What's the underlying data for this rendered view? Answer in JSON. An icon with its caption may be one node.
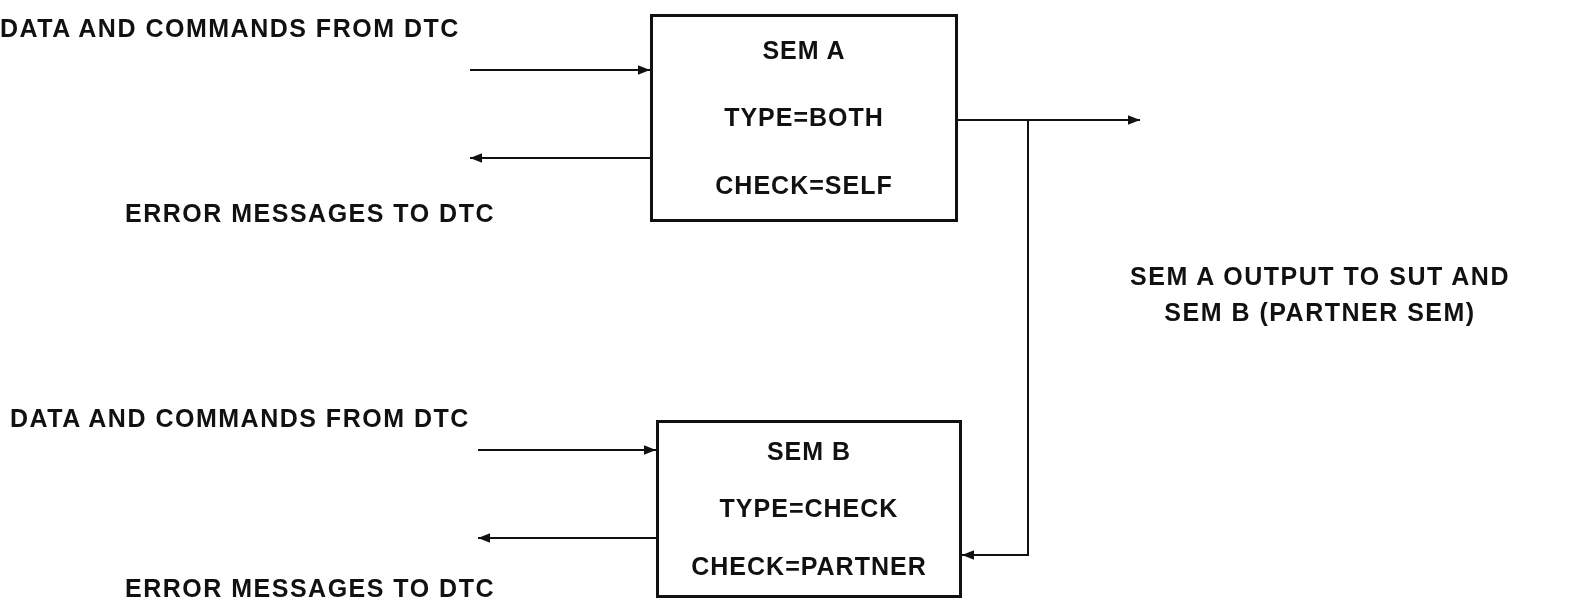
{
  "diagram": {
    "nodes": [
      {
        "text": [
          "SEM A",
          "TYPE=BOTH",
          "CHECK=SELF"
        ]
      },
      {
        "text": [
          "SEM B",
          "TYPE=CHECK",
          "CHECK=PARTNER"
        ]
      }
    ],
    "edges": [
      {
        "from": null,
        "to": 0,
        "arrow": "to"
      },
      {
        "from": 0,
        "to": null,
        "arrow": "to"
      },
      {
        "from": 0,
        "to": null,
        "arrow": "to"
      },
      {
        "from": 0,
        "to": 1,
        "arrow": "to"
      },
      {
        "from": null,
        "to": 1,
        "arrow": "to"
      },
      {
        "from": 1,
        "to": null,
        "arrow": "to"
      }
    ],
    "labels": [
      "DATA AND COMMANDS FROM DTC",
      "ERROR MESSAGES TO DTC",
      "SEM A OUTPUT TO SUT AND SEM B (PARTNER SEM)",
      "DATA AND COMMANDS FROM DTC",
      "ERROR MESSAGES TO DTC"
    ]
  }
}
